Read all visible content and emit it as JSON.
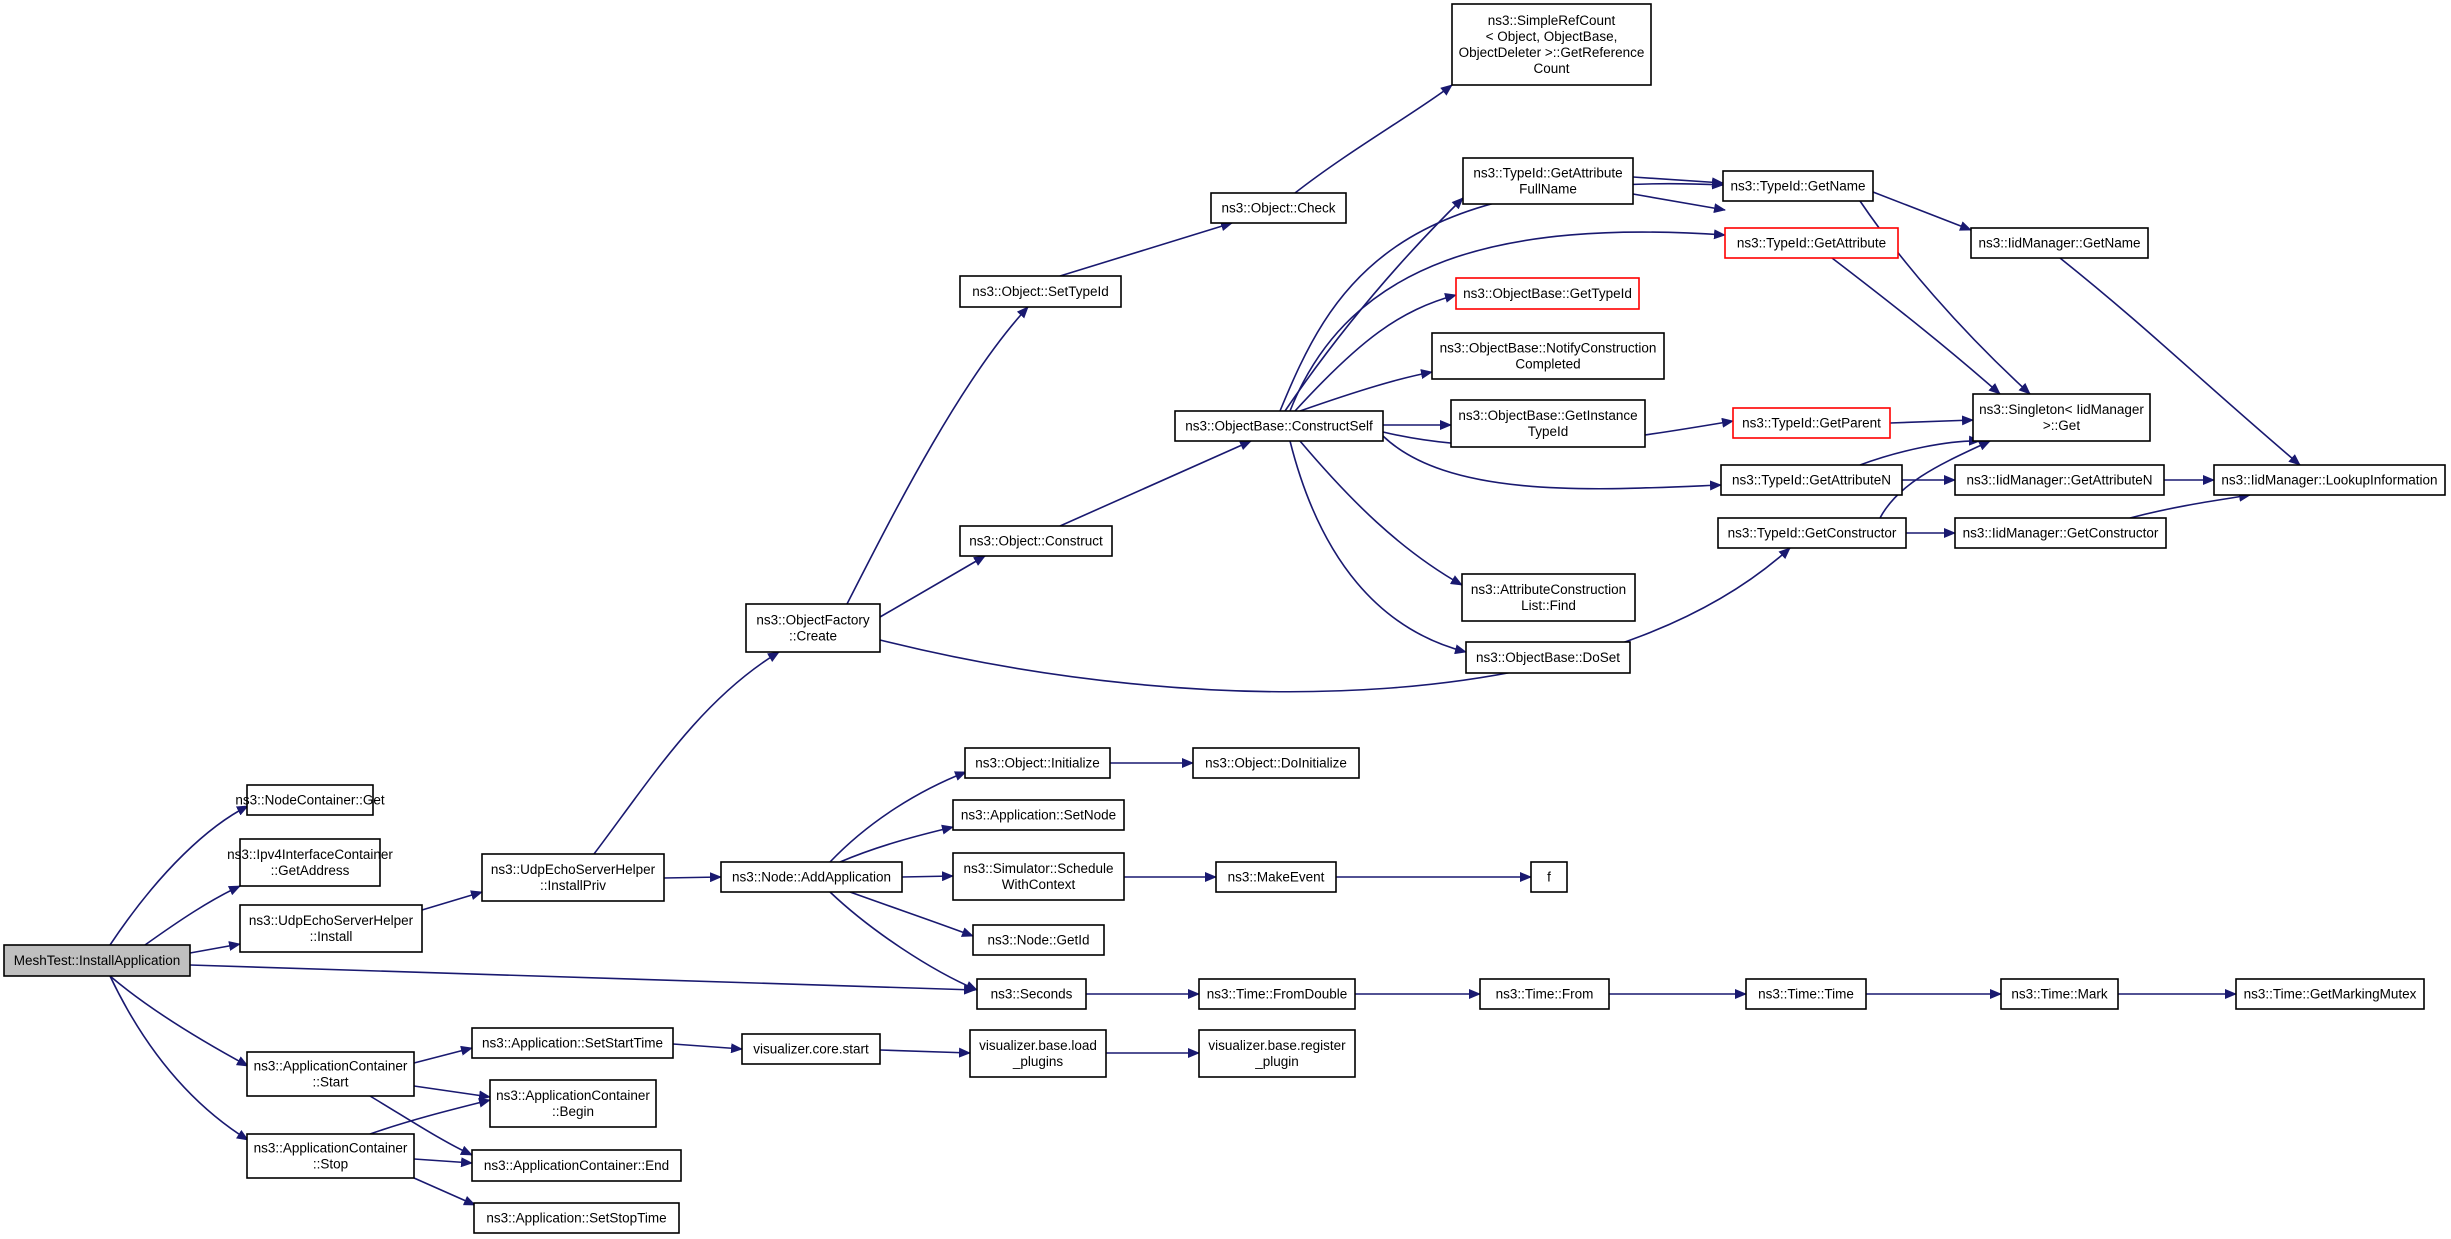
{
  "diagram": {
    "title": "",
    "colors": {
      "edge": "#191970",
      "node_border": "#000000",
      "node_border_incomplete": "#ff0000",
      "root_fill": "#bfbfbf",
      "node_fill": "#ffffff"
    },
    "nodes": [
      {
        "id": "root",
        "lines": [
          "MeshTest::InstallApplication"
        ],
        "style": "root"
      },
      {
        "id": "nc_get",
        "lines": [
          "ns3::NodeContainer::Get"
        ]
      },
      {
        "id": "ipv4_getaddr",
        "lines": [
          "ns3::Ipv4InterfaceContainer",
          "::GetAddress"
        ]
      },
      {
        "id": "udp_install",
        "lines": [
          "ns3::UdpEchoServerHelper",
          "::Install"
        ]
      },
      {
        "id": "ac_start",
        "lines": [
          "ns3::ApplicationContainer",
          "::Start"
        ]
      },
      {
        "id": "ac_stop",
        "lines": [
          "ns3::ApplicationContainer",
          "::Stop"
        ]
      },
      {
        "id": "udp_installpriv",
        "lines": [
          "ns3::UdpEchoServerHelper",
          "::InstallPriv"
        ]
      },
      {
        "id": "app_setstarttime",
        "lines": [
          "ns3::Application::SetStartTime"
        ]
      },
      {
        "id": "ac_begin",
        "lines": [
          "ns3::ApplicationContainer",
          "::Begin"
        ]
      },
      {
        "id": "ac_end",
        "lines": [
          "ns3::ApplicationContainer::End"
        ]
      },
      {
        "id": "app_setstoptime",
        "lines": [
          "ns3::Application::SetStopTime"
        ]
      },
      {
        "id": "of_create",
        "lines": [
          "ns3::ObjectFactory",
          "::Create"
        ]
      },
      {
        "id": "node_addapp",
        "lines": [
          "ns3::Node::AddApplication"
        ]
      },
      {
        "id": "viz_core_start",
        "lines": [
          "visualizer.core.start"
        ]
      },
      {
        "id": "obj_settypeid",
        "lines": [
          "ns3::Object::SetTypeId"
        ]
      },
      {
        "id": "obj_construct",
        "lines": [
          "ns3::Object::Construct"
        ]
      },
      {
        "id": "obj_initialize",
        "lines": [
          "ns3::Object::Initialize"
        ]
      },
      {
        "id": "app_setnode",
        "lines": [
          "ns3::Application::SetNode"
        ]
      },
      {
        "id": "sim_schedule",
        "lines": [
          "ns3::Simulator::Schedule",
          "WithContext"
        ]
      },
      {
        "id": "node_getid",
        "lines": [
          "ns3::Node::GetId"
        ]
      },
      {
        "id": "seconds",
        "lines": [
          "ns3::Seconds"
        ]
      },
      {
        "id": "viz_base_load",
        "lines": [
          "visualizer.base.load",
          "_plugins"
        ]
      },
      {
        "id": "obj_check",
        "lines": [
          "ns3::Object::Check"
        ]
      },
      {
        "id": "objbase_constructself",
        "lines": [
          "ns3::ObjectBase::ConstructSelf"
        ]
      },
      {
        "id": "obj_doinitialize",
        "lines": [
          "ns3::Object::DoInitialize"
        ]
      },
      {
        "id": "makeevent",
        "lines": [
          "ns3::MakeEvent"
        ]
      },
      {
        "id": "time_fromdouble",
        "lines": [
          "ns3::Time::FromDouble"
        ]
      },
      {
        "id": "viz_base_register",
        "lines": [
          "visualizer.base.register",
          "_plugin"
        ]
      },
      {
        "id": "simplerefcount",
        "lines": [
          "ns3::SimpleRefCount",
          "< Object, ObjectBase,",
          "ObjectDeleter >::GetReference",
          "Count"
        ]
      },
      {
        "id": "typeid_getattrfullname",
        "lines": [
          "ns3::TypeId::GetAttribute",
          "FullName"
        ]
      },
      {
        "id": "objbase_gettypeid",
        "lines": [
          "ns3::ObjectBase::GetTypeId"
        ],
        "style": "red"
      },
      {
        "id": "objbase_notify",
        "lines": [
          "ns3::ObjectBase::NotifyConstruction",
          "Completed"
        ]
      },
      {
        "id": "objbase_getinstance",
        "lines": [
          "ns3::ObjectBase::GetInstance",
          "TypeId"
        ]
      },
      {
        "id": "attrconstr_find",
        "lines": [
          "ns3::AttributeConstruction",
          "List::Find"
        ]
      },
      {
        "id": "objbase_doset",
        "lines": [
          "ns3::ObjectBase::DoSet"
        ]
      },
      {
        "id": "f",
        "lines": [
          "f"
        ]
      },
      {
        "id": "time_from",
        "lines": [
          "ns3::Time::From"
        ]
      },
      {
        "id": "typeid_getname",
        "lines": [
          "ns3::TypeId::GetName"
        ]
      },
      {
        "id": "typeid_getattribute",
        "lines": [
          "ns3::TypeId::GetAttribute"
        ],
        "style": "red"
      },
      {
        "id": "typeid_getparent",
        "lines": [
          "ns3::TypeId::GetParent"
        ],
        "style": "red"
      },
      {
        "id": "typeid_getattributen",
        "lines": [
          "ns3::TypeId::GetAttributeN"
        ]
      },
      {
        "id": "typeid_getconstructor",
        "lines": [
          "ns3::TypeId::GetConstructor"
        ]
      },
      {
        "id": "time_time",
        "lines": [
          "ns3::Time::Time"
        ]
      },
      {
        "id": "iidmgr_getname",
        "lines": [
          "ns3::IidManager::GetName"
        ]
      },
      {
        "id": "singleton_get",
        "lines": [
          "ns3::Singleton< IidManager",
          ">::Get"
        ]
      },
      {
        "id": "iidmgr_getattributen",
        "lines": [
          "ns3::IidManager::GetAttributeN"
        ]
      },
      {
        "id": "iidmgr_getconstructor",
        "lines": [
          "ns3::IidManager::GetConstructor"
        ]
      },
      {
        "id": "time_mark",
        "lines": [
          "ns3::Time::Mark"
        ]
      },
      {
        "id": "iidmgr_lookup",
        "lines": [
          "ns3::IidManager::LookupInformation"
        ]
      },
      {
        "id": "time_getmarkingmutex",
        "lines": [
          "ns3::Time::GetMarkingMutex"
        ]
      }
    ]
  }
}
